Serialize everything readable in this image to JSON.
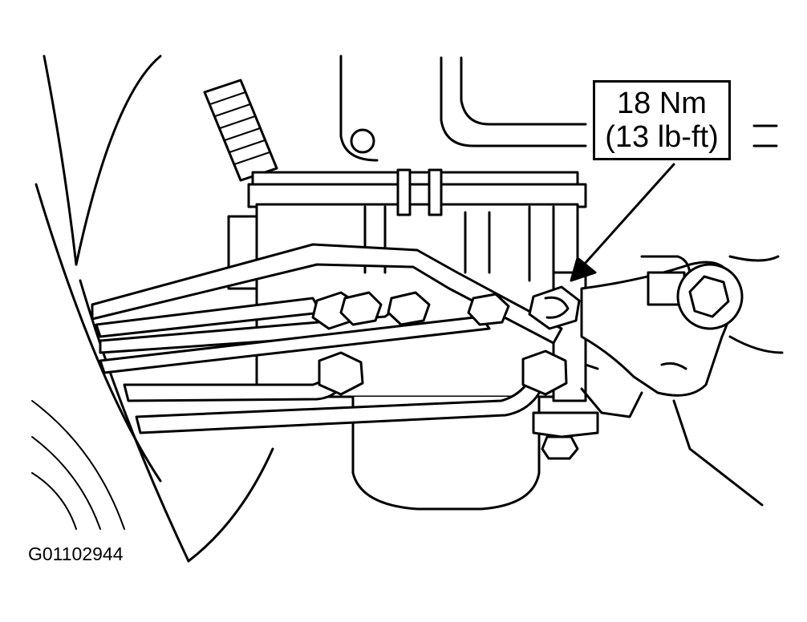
{
  "callout": {
    "torque_metric": "18 Nm",
    "torque_imperial": "(13 lb-ft)"
  },
  "figure": {
    "id": "G01102944"
  },
  "colors": {
    "ink": "#000000",
    "paper": "#ffffff"
  }
}
